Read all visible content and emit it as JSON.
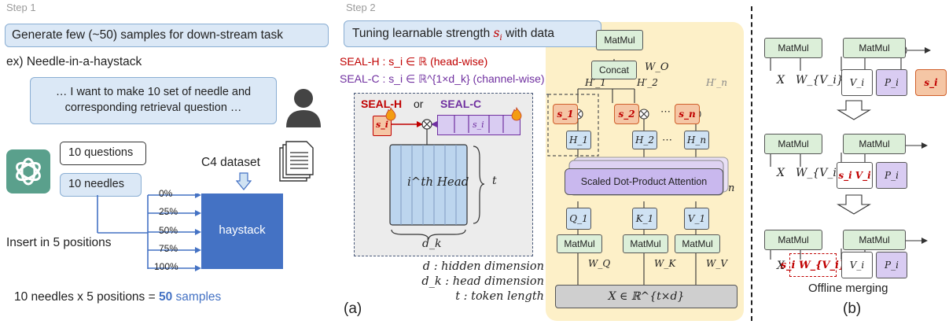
{
  "step1": {
    "label": "Step 1",
    "generate_box": "Generate few (~50) samples for down-stream task",
    "example_title": "ex) Needle-in-a-haystack",
    "prompt_line1": "… I want to make 10 set of needle and",
    "prompt_line2": "corresponding retrieval question …",
    "questions_box": "10 questions",
    "needles_box": "10 needles",
    "c4_label": "C4 dataset",
    "haystack_label": "haystack",
    "positions": [
      "0%",
      "25%",
      "50%",
      "75%",
      "100%"
    ],
    "insert_label": "Insert in 5 positions",
    "equation_prefix": "10 needles x 5 positions = ",
    "equation_number": "50",
    "equation_suffix": " samples"
  },
  "step2": {
    "label": "Step 2",
    "tuning_prefix": "Tuning learnable strength ",
    "tuning_var": "s",
    "tuning_sub": "i",
    "tuning_suffix": " with data",
    "sealh_line": "SEAL-H : s_i ∈ ℝ (head-wise)",
    "sealc_line": "SEAL-C : s_i ∈ ℝ^{1×d_k} (channel-wise)",
    "inset": {
      "sealh": "SEAL-H",
      "or": "or",
      "sealc": "SEAL-C",
      "s_label": "s_i",
      "head_label": "i^th Head",
      "t_label": "t",
      "dk_label": "d_k"
    },
    "legend": [
      "d : hidden dimension",
      "d_k : head dimension",
      "t : token length"
    ],
    "panel_label": "(a)",
    "arch": {
      "matmul": "MatMul",
      "concat": "Concat",
      "wo": "W_O",
      "heads_out": [
        "H′_1",
        "H′_2",
        "H′_n"
      ],
      "s_boxes": [
        "s_1",
        "s_2",
        "s_n"
      ],
      "h_boxes": [
        "H_1",
        "H_2",
        "H_n"
      ],
      "ellipsis": "⋯",
      "attention": "Scaled Dot-Product Attention",
      "n_label": "n",
      "qkv": [
        "Q_1",
        "K_1",
        "V_1"
      ],
      "weights": [
        "W_Q",
        "W_K",
        "W_V"
      ],
      "input": "X ∈ ℝ^{t×d}"
    }
  },
  "panel_b": {
    "matmul": "MatMul",
    "x": "X",
    "wv": "W_{V_i}",
    "vi": "V_i",
    "pi": "P_i",
    "si": "s_i",
    "svi": "s_i V_i",
    "swv": "s_i W_{V_i}",
    "offline": "Offline merging",
    "panel_label": "(b)"
  },
  "colors": {
    "accent_red": "#c00000",
    "accent_purple": "#7030a0",
    "accent_blue": "#4472c4",
    "haystack": "#4472c4",
    "arch_bg": "#fdf0c8",
    "inset_bg": "#ececec",
    "matmul_green": "#dcefd9",
    "head_blue": "#cfe2f3",
    "s_orange": "#f5c6a5",
    "p_purple": "#d9ccf2"
  },
  "icons": [
    "openai-logo-icon",
    "user-avatar-icon",
    "documents-stack-icon",
    "fire-icon",
    "multiply-circle-icon",
    "down-arrow-icon"
  ]
}
